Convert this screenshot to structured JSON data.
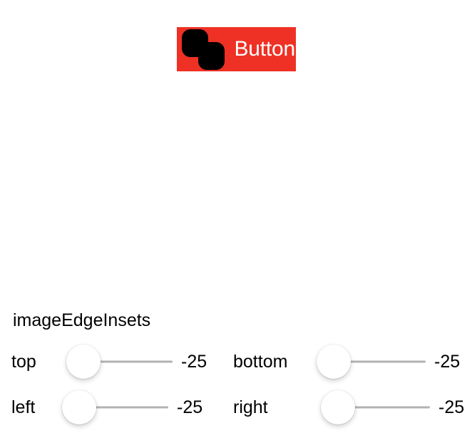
{
  "button": {
    "label": "Button",
    "background_color": "#ee3124",
    "text_color": "#ffffff",
    "icon_name": "two-overlapping-rounded-squares-icon",
    "icon_color": "#000000"
  },
  "section": {
    "title": "imageEdgeInsets"
  },
  "sliders": [
    {
      "key": "top",
      "label": "top",
      "value": "-25",
      "thumb_position": "min"
    },
    {
      "key": "bottom",
      "label": "bottom",
      "value": "-25",
      "thumb_position": "min"
    },
    {
      "key": "left",
      "label": "left",
      "value": "-25",
      "thumb_position": "min"
    },
    {
      "key": "right",
      "label": "right",
      "value": "-25",
      "thumb_position": "min"
    }
  ]
}
